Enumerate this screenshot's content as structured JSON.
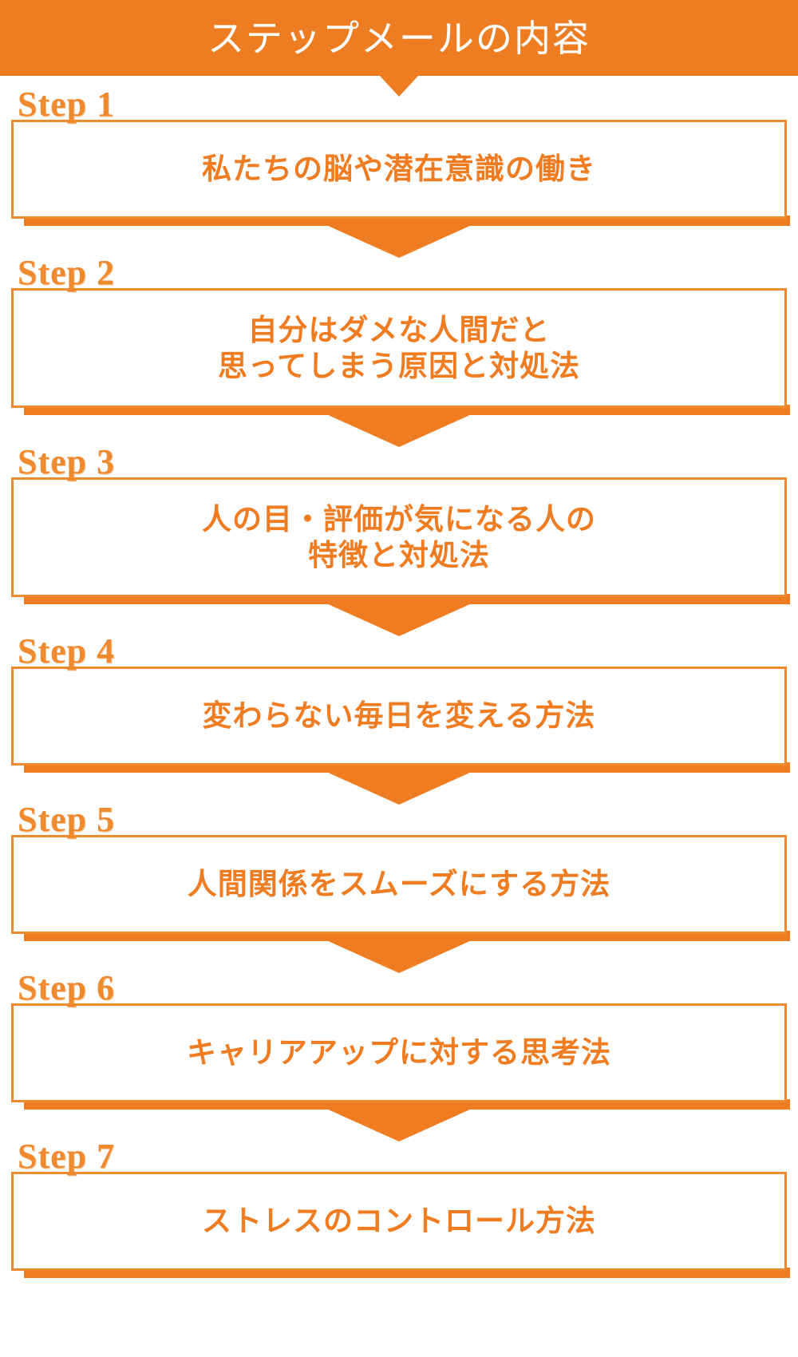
{
  "header": {
    "title": "ステップメールの内容",
    "background_color": "#ED7D20",
    "text_color": "#FFFFFF"
  },
  "theme": {
    "accent": "#F07C22",
    "border": "#F08A2E",
    "background": "#FFFFFF"
  },
  "steps": [
    {
      "label": "Step 1",
      "lines": [
        "私たちの脳や潜在意識の働き"
      ],
      "line_count": 1
    },
    {
      "label": "Step 2",
      "lines": [
        "自分はダメな人間だと",
        "思ってしまう原因と対処法"
      ],
      "line_count": 2
    },
    {
      "label": "Step 3",
      "lines": [
        "人の目・評価が気になる人の",
        "特徴と対処法"
      ],
      "line_count": 2
    },
    {
      "label": "Step 4",
      "lines": [
        "変わらない毎日を変える方法"
      ],
      "line_count": 1
    },
    {
      "label": "Step 5",
      "lines": [
        "人間関係をスムーズにする方法"
      ],
      "line_count": 1
    },
    {
      "label": "Step 6",
      "lines": [
        "キャリアアップに対する思考法"
      ],
      "line_count": 1
    },
    {
      "label": "Step 7",
      "lines": [
        "ストレスのコントロール方法"
      ],
      "line_count": 1
    }
  ]
}
